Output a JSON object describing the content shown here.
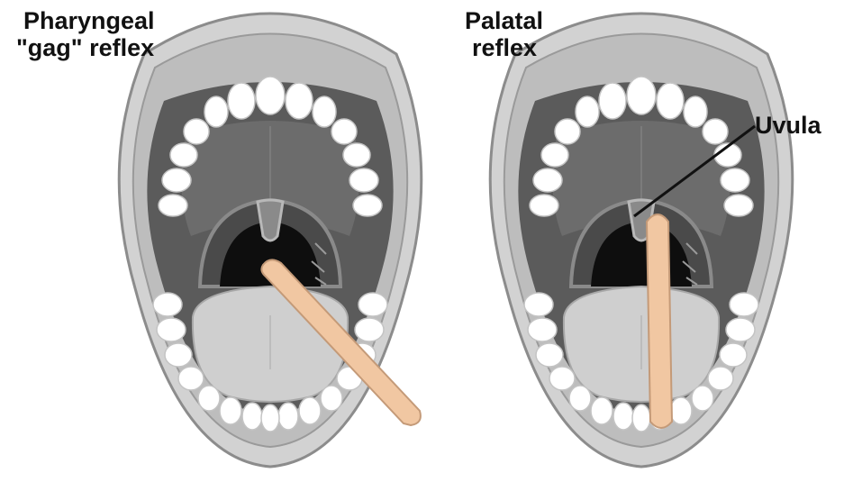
{
  "panels": [
    {
      "title_line1": "Pharyngeal",
      "title_line2": "\"gag\" reflex"
    },
    {
      "title_line1": "Palatal",
      "title_line2": "reflex"
    }
  ],
  "annotation": {
    "uvula_label": "Uvula"
  },
  "colors": {
    "lip": "#d2d2d2",
    "lip_outline": "#8c8c8c",
    "mouth_interior": "#5b5b5b",
    "palate": "#6c6c6c",
    "throat": "#0e0e0e",
    "tongue": "#cfcfcf",
    "teeth": "#ffffff",
    "tongue_depressor": "#f1c7a2"
  },
  "icons": [
    "open-mouth-icon",
    "tongue-depressor-icon",
    "uvula-icon",
    "teeth-icon"
  ]
}
